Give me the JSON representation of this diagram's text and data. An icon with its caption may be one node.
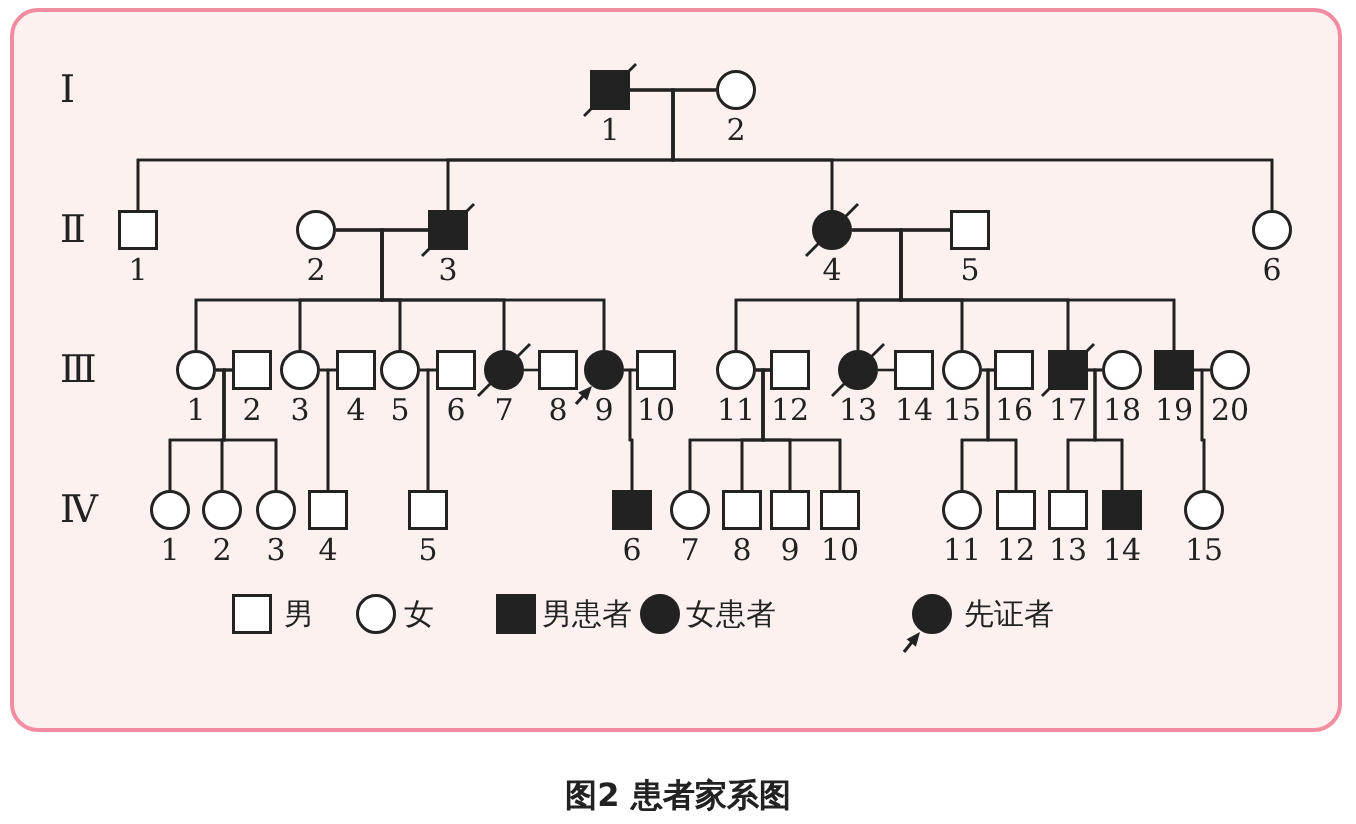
{
  "diagram": {
    "caption": "图2 患者家系图",
    "nodes": [
      {
        "text": [],
        "shape": "box",
        "beside": [
          "1"
        ]
      },
      {
        "text": [],
        "shape": "circle",
        "beside": [
          "2"
        ]
      },
      {
        "text": [],
        "shape": "box",
        "beside": [
          "1"
        ]
      },
      {
        "text": [],
        "shape": "circle",
        "beside": [
          "2"
        ]
      },
      {
        "text": [],
        "shape": "box",
        "beside": [
          "3"
        ]
      },
      {
        "text": [],
        "shape": "circle",
        "beside": [
          "4"
        ]
      },
      {
        "text": [],
        "shape": "box",
        "beside": [
          "5"
        ]
      },
      {
        "text": [],
        "shape": "circle",
        "beside": [
          "6"
        ]
      },
      {
        "text": [],
        "shape": "circle",
        "beside": [
          "1"
        ]
      },
      {
        "text": [],
        "shape": "box",
        "beside": [
          "2"
        ]
      },
      {
        "text": [],
        "shape": "circle",
        "beside": [
          "3"
        ]
      },
      {
        "text": [],
        "shape": "box",
        "beside": [
          "4"
        ]
      },
      {
        "text": [],
        "shape": "circle",
        "beside": [
          "5"
        ]
      },
      {
        "text": [],
        "shape": "box",
        "beside": [
          "6"
        ]
      },
      {
        "text": [],
        "shape": "circle",
        "beside": [
          "7"
        ]
      },
      {
        "text": [],
        "shape": "box",
        "beside": [
          "8"
        ]
      },
      {
        "text": [],
        "shape": "circle",
        "beside": [
          "9"
        ]
      },
      {
        "text": [],
        "shape": "box",
        "beside": [
          "10"
        ]
      },
      {
        "text": [],
        "shape": "circle",
        "beside": [
          "11"
        ]
      },
      {
        "text": [],
        "shape": "box",
        "beside": [
          "12"
        ]
      },
      {
        "text": [],
        "shape": "circle",
        "beside": [
          "13"
        ]
      },
      {
        "text": [],
        "shape": "box",
        "beside": [
          "14"
        ]
      },
      {
        "text": [],
        "shape": "circle",
        "beside": [
          "15"
        ]
      },
      {
        "text": [],
        "shape": "box",
        "beside": [
          "16"
        ]
      },
      {
        "text": [],
        "shape": "box",
        "beside": [
          "17"
        ]
      },
      {
        "text": [],
        "shape": "circle",
        "beside": [
          "18"
        ]
      },
      {
        "text": [],
        "shape": "box",
        "beside": [
          "19"
        ]
      },
      {
        "text": [],
        "shape": "circle",
        "beside": [
          "20"
        ]
      },
      {
        "text": [],
        "shape": "circle",
        "beside": [
          "1"
        ]
      },
      {
        "text": [],
        "shape": "circle",
        "beside": [
          "2"
        ]
      },
      {
        "text": [],
        "shape": "circle",
        "beside": [
          "3"
        ]
      },
      {
        "text": [],
        "shape": "box",
        "beside": [
          "4"
        ]
      },
      {
        "text": [],
        "shape": "box",
        "beside": [
          "5"
        ]
      },
      {
        "text": [],
        "shape": "box",
        "beside": [
          "6"
        ]
      },
      {
        "text": [],
        "shape": "circle",
        "beside": [
          "7"
        ]
      },
      {
        "text": [],
        "shape": "box",
        "beside": [
          "8"
        ]
      },
      {
        "text": [],
        "shape": "box",
        "beside": [
          "9"
        ]
      },
      {
        "text": [],
        "shape": "box",
        "beside": [
          "10"
        ]
      },
      {
        "text": [],
        "shape": "circle",
        "beside": [
          "11"
        ]
      },
      {
        "text": [],
        "shape": "box",
        "beside": [
          "12"
        ]
      },
      {
        "text": [],
        "shape": "box",
        "beside": [
          "13"
        ]
      },
      {
        "text": [],
        "shape": "box",
        "beside": [
          "14"
        ]
      },
      {
        "text": [],
        "shape": "circle",
        "beside": [
          "15"
        ]
      }
    ],
    "edges": [
      {
        "from": 0,
        "to": 1,
        "arrow": "none"
      },
      {
        "from": 0,
        "to": 2,
        "arrow": "none"
      },
      {
        "from": 1,
        "to": 2,
        "arrow": "none"
      },
      {
        "from": 0,
        "to": 4,
        "arrow": "none"
      },
      {
        "from": 1,
        "to": 4,
        "arrow": "none"
      },
      {
        "from": 0,
        "to": 5,
        "arrow": "none"
      },
      {
        "from": 1,
        "to": 5,
        "arrow": "none"
      },
      {
        "from": 0,
        "to": 7,
        "arrow": "none"
      },
      {
        "from": 1,
        "to": 7,
        "arrow": "none"
      },
      {
        "from": 3,
        "to": 4,
        "arrow": "none"
      },
      {
        "from": 5,
        "to": 6,
        "arrow": "none"
      },
      {
        "from": 3,
        "to": 8,
        "arrow": "none"
      },
      {
        "from": 4,
        "to": 8,
        "arrow": "none"
      },
      {
        "from": 3,
        "to": 10,
        "arrow": "none"
      },
      {
        "from": 4,
        "to": 10,
        "arrow": "none"
      },
      {
        "from": 3,
        "to": 12,
        "arrow": "none"
      },
      {
        "from": 4,
        "to": 12,
        "arrow": "none"
      },
      {
        "from": 3,
        "to": 14,
        "arrow": "none"
      },
      {
        "from": 4,
        "to": 14,
        "arrow": "none"
      },
      {
        "from": 3,
        "to": 16,
        "arrow": "none"
      },
      {
        "from": 4,
        "to": 16,
        "arrow": "none"
      },
      {
        "from": 5,
        "to": 18,
        "arrow": "none"
      },
      {
        "from": 6,
        "to": 18,
        "arrow": "none"
      },
      {
        "from": 5,
        "to": 20,
        "arrow": "none"
      },
      {
        "from": 6,
        "to": 20,
        "arrow": "none"
      },
      {
        "from": 5,
        "to": 22,
        "arrow": "none"
      },
      {
        "from": 6,
        "to": 22,
        "arrow": "none"
      },
      {
        "from": 5,
        "to": 24,
        "arrow": "none"
      },
      {
        "from": 6,
        "to": 24,
        "arrow": "none"
      },
      {
        "from": 5,
        "to": 26,
        "arrow": "none"
      },
      {
        "from": 6,
        "to": 26,
        "arrow": "none"
      },
      {
        "from": 8,
        "to": 9,
        "arrow": "none"
      },
      {
        "from": 10,
        "to": 11,
        "arrow": "none"
      },
      {
        "from": 12,
        "to": 13,
        "arrow": "none"
      },
      {
        "from": 14,
        "to": 15,
        "arrow": "none"
      },
      {
        "from": 16,
        "to": 17,
        "arrow": "none"
      },
      {
        "from": 18,
        "to": 19,
        "arrow": "none"
      },
      {
        "from": 20,
        "to": 21,
        "arrow": "none"
      },
      {
        "from": 22,
        "to": 23,
        "arrow": "none"
      },
      {
        "from": 24,
        "to": 25,
        "arrow": "none"
      },
      {
        "from": 26,
        "to": 27,
        "arrow": "none"
      },
      {
        "from": 8,
        "to": 28,
        "arrow": "none"
      },
      {
        "from": 9,
        "to": 28,
        "arrow": "none"
      },
      {
        "from": 8,
        "to": 29,
        "arrow": "none"
      },
      {
        "from": 9,
        "to": 29,
        "arrow": "none"
      },
      {
        "from": 8,
        "to": 30,
        "arrow": "none"
      },
      {
        "from": 9,
        "to": 30,
        "arrow": "none"
      },
      {
        "from": 10,
        "to": 31,
        "arrow": "none"
      },
      {
        "from": 11,
        "to": 31,
        "arrow": "none"
      },
      {
        "from": 12,
        "to": 32,
        "arrow": "none"
      },
      {
        "from": 13,
        "to": 32,
        "arrow": "none"
      },
      {
        "from": 16,
        "to": 33,
        "arrow": "none"
      },
      {
        "from": 17,
        "to": 33,
        "arrow": "none"
      },
      {
        "from": 18,
        "to": 34,
        "arrow": "none"
      },
      {
        "from": 19,
        "to": 34,
        "arrow": "none"
      },
      {
        "from": 18,
        "to": 35,
        "arrow": "none"
      },
      {
        "from": 19,
        "to": 35,
        "arrow": "none"
      },
      {
        "from": 18,
        "to": 36,
        "arrow": "none"
      },
      {
        "from": 19,
        "to": 36,
        "arrow": "none"
      },
      {
        "from": 18,
        "to": 37,
        "arrow": "none"
      },
      {
        "from": 19,
        "to": 37,
        "arrow": "none"
      },
      {
        "from": 22,
        "to": 38,
        "arrow": "none"
      },
      {
        "from": 23,
        "to": 38,
        "arrow": "none"
      },
      {
        "from": 22,
        "to": 39,
        "arrow": "none"
      },
      {
        "from": 23,
        "to": 39,
        "arrow": "none"
      },
      {
        "from": 24,
        "to": 40,
        "arrow": "none"
      },
      {
        "from": 25,
        "to": 40,
        "arrow": "none"
      },
      {
        "from": 24,
        "to": 41,
        "arrow": "none"
      },
      {
        "from": 25,
        "to": 41,
        "arrow": "none"
      },
      {
        "from": 26,
        "to": 42,
        "arrow": "none"
      },
      {
        "from": 27,
        "to": 42,
        "arrow": "none"
      }
    ],
    "labels": [
      "Ⅰ",
      "Ⅱ",
      "Ⅲ",
      "Ⅳ"
    ],
    "legend": [
      {
        "text": "男"
      },
      {
        "text": "女"
      },
      {
        "text": "男患者"
      },
      {
        "text": "女患者"
      },
      {
        "text": "先证者"
      }
    ]
  }
}
